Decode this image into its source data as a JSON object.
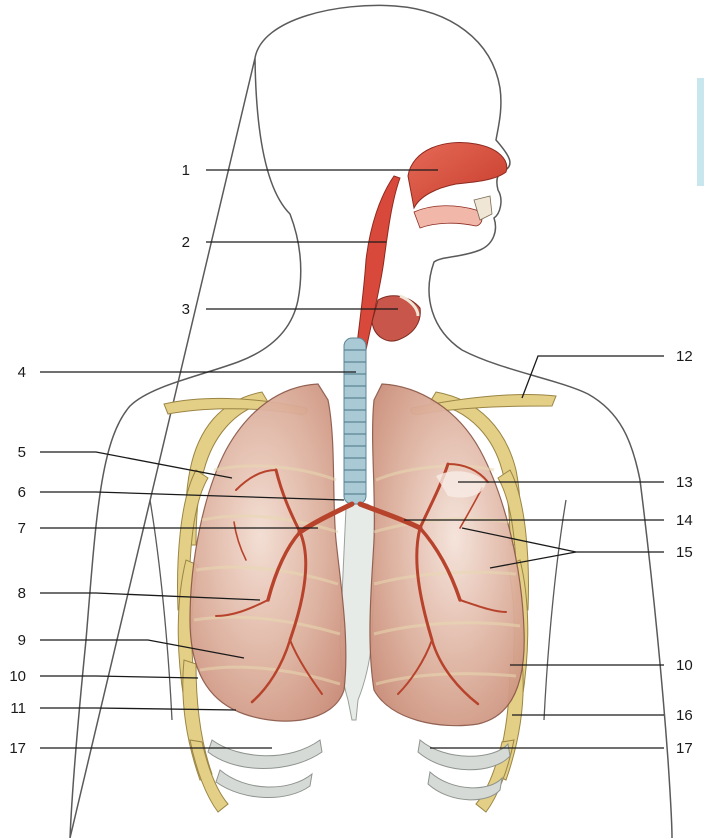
{
  "diagram": {
    "labels_left": [
      "1",
      "2",
      "3",
      "4",
      "5",
      "6",
      "7",
      "8",
      "9",
      "10",
      "11",
      "17"
    ],
    "labels_right": [
      "12",
      "13",
      "14",
      "15",
      "10",
      "16",
      "17"
    ],
    "colors": {
      "outline": "#5a5a5a",
      "airway_red": "#d8493b",
      "trachea_blue": "#a9c9d4",
      "lung_pink": "#d9a896",
      "bronchi": "#b8432c",
      "rib_yellow": "#e3cf86",
      "cartilage_grey": "#cfd3cf",
      "edge_accent": "#c9e6ee"
    }
  }
}
